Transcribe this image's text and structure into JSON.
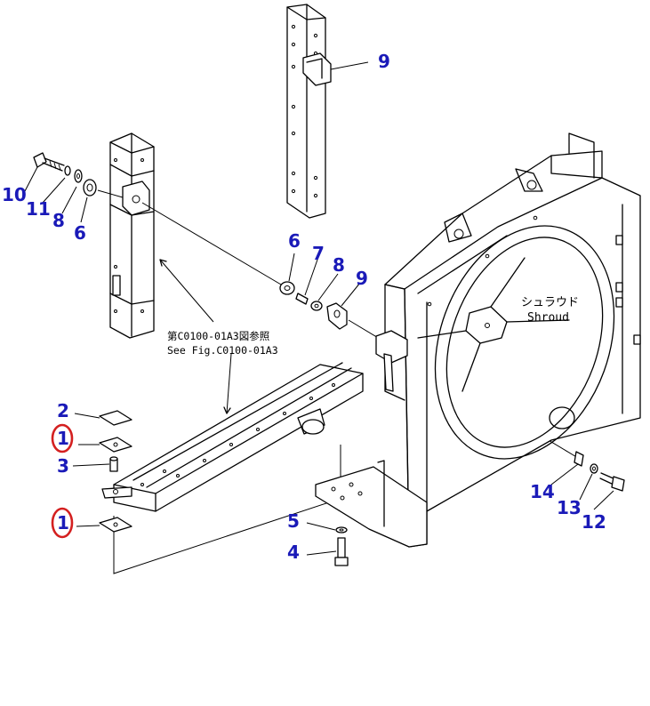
{
  "callouts": {
    "c1a": "1",
    "c1b": "1",
    "c2": "2",
    "c3": "3",
    "c4": "4",
    "c5": "5",
    "c6a": "6",
    "c6b": "6",
    "c7": "7",
    "c8a": "8",
    "c8b": "8",
    "c9a": "9",
    "c9b": "9",
    "c10": "10",
    "c11": "11",
    "c12": "12",
    "c13": "13",
    "c14": "14"
  },
  "reference_note": {
    "line1": "第C0100-01A3図参照",
    "line2": "See Fig.C0100-01A3"
  },
  "shroud_label": {
    "jp": "シュラウド",
    "en": "Shroud"
  },
  "colors": {
    "callout_text": "#1a1ab8",
    "highlight_circle": "#d42020",
    "line": "#000000"
  },
  "highlighted_callouts": [
    "1",
    "1"
  ]
}
